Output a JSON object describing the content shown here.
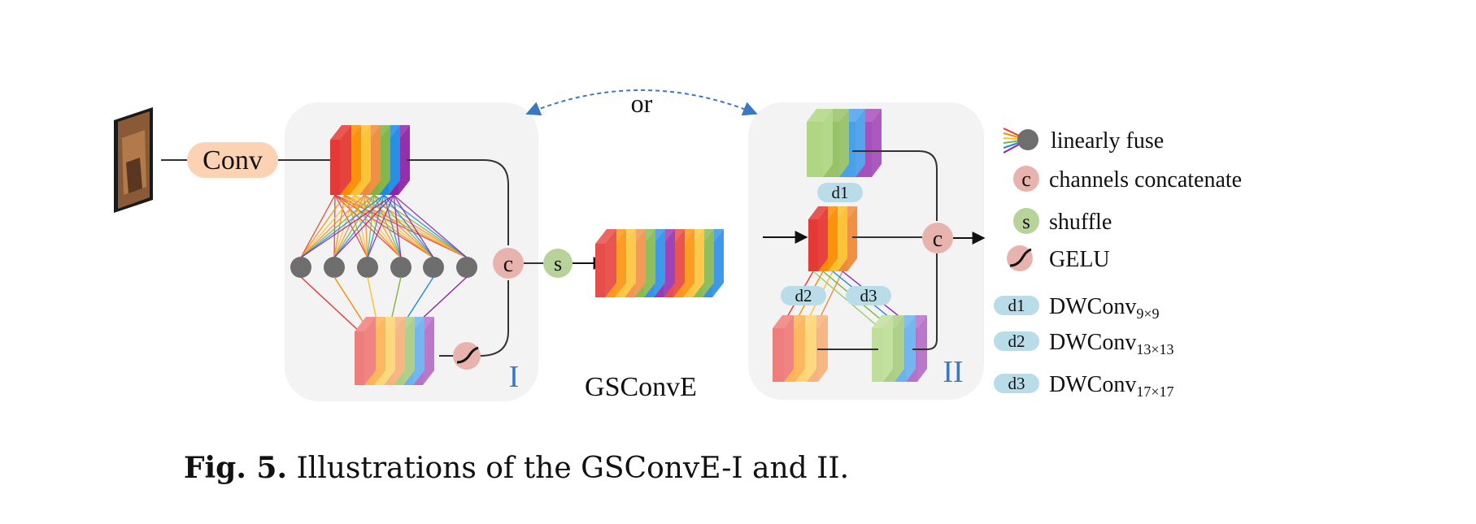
{
  "diagram": {
    "input_block": "Conv",
    "connector_label": "or",
    "middle_label": "GSConvE",
    "panel_one_label": "I",
    "panel_two_label": "II",
    "concat_node": "c",
    "shuffle_node": "s",
    "dw_tags": [
      "d1",
      "d2",
      "d3"
    ]
  },
  "legend": {
    "items": [
      {
        "text": "linearly fuse"
      },
      {
        "symbol": "c",
        "text": "channels concatenate"
      },
      {
        "symbol": "s",
        "text": "shuffle"
      },
      {
        "text": "GELU"
      },
      {
        "symbol": "d1",
        "text": "DWConv",
        "sub": "9×9"
      },
      {
        "symbol": "d2",
        "text": "DWConv",
        "sub": "13×13"
      },
      {
        "symbol": "d3",
        "text": "DWConv",
        "sub": "17×17"
      }
    ]
  },
  "caption": {
    "prefix": "Fig. 5.",
    "text": "Illustrations of the GSConvE-I and II."
  },
  "colors": {
    "panel_bg": "#f3f3f3",
    "concat_node": "#e9b3ad",
    "shuffle_node": "#b8d39a",
    "conv_pill": "#fbd3b4",
    "dw_tag": "#b9dce9",
    "neuron": "#6e6e6e",
    "arrow_dashed": "#3a78c2"
  }
}
